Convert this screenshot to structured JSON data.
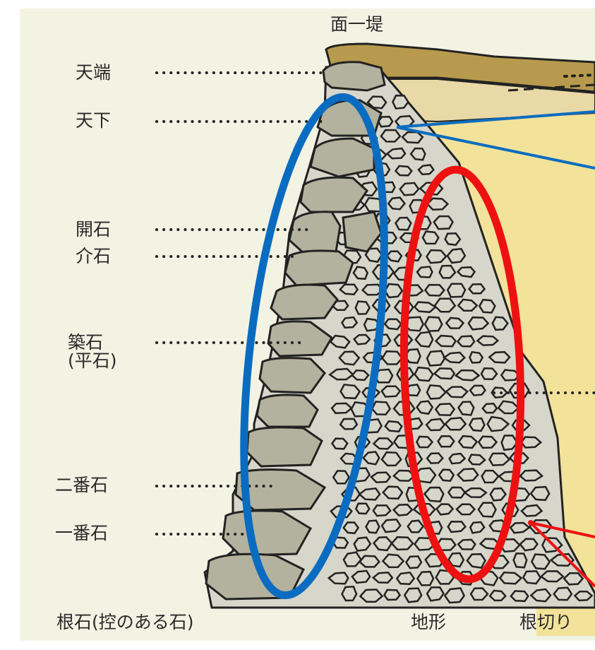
{
  "diagram": {
    "top_label": "面一堤",
    "left_labels": [
      {
        "key": "tenpa",
        "text": "天端"
      },
      {
        "key": "tenka",
        "text": "天下"
      },
      {
        "key": "kaiseki",
        "text": "開石"
      },
      {
        "key": "kaiseki2",
        "text": "介石"
      },
      {
        "key": "chikuseki",
        "text": "築石\n(平石)"
      },
      {
        "key": "niban",
        "text": "二番石"
      },
      {
        "key": "ichiban",
        "text": "一番石"
      }
    ],
    "bottom_labels": [
      {
        "key": "neishi",
        "text": "根石(控のある石)"
      },
      {
        "key": "chikei",
        "text": "地形"
      },
      {
        "key": "negiri",
        "text": "根切り"
      }
    ],
    "colors": {
      "panel": "#f3f3e4",
      "fill_area": "#f2e29a",
      "stone": "#b3b29e",
      "small_stone": "#d6d6cb",
      "earth_top": "#b89a4e",
      "blue_mark": "#0a6cc0",
      "red_mark": "#ee1111"
    }
  }
}
